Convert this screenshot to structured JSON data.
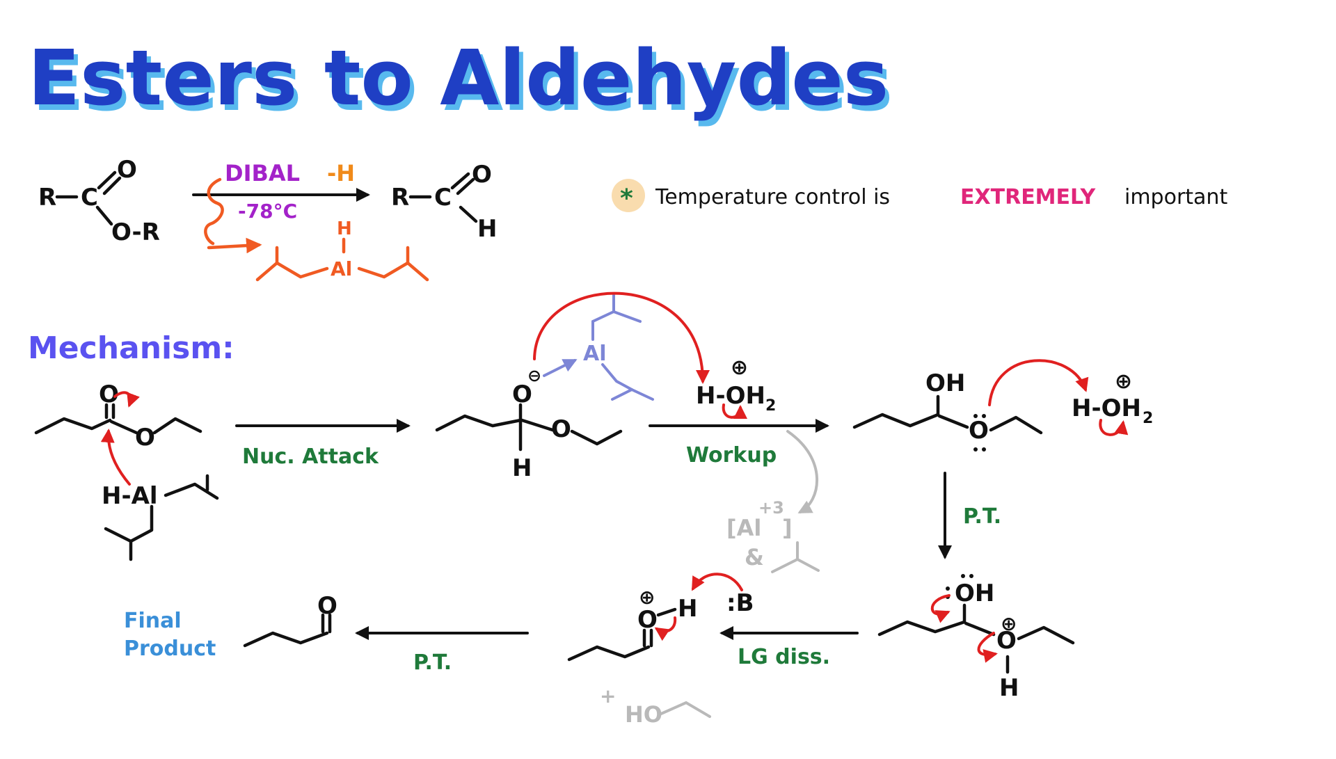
{
  "title": "Esters to Aldehydes",
  "overview": {
    "reactant_r1": "R",
    "reactant_c": "C",
    "reactant_o": "O",
    "reactant_or": "O-R",
    "reagent_name": "DIBAL",
    "reagent_h": "-H",
    "temperature": "-78°C",
    "reagent_struct_h": "H",
    "reagent_struct_al": "Al",
    "product_r": "R",
    "product_c": "C",
    "product_o": "O",
    "product_h": "H"
  },
  "note": {
    "star": "*",
    "text_before": "Temperature control is",
    "emphasis": "EXTREMELY",
    "text_after": "important"
  },
  "mechanism": {
    "heading": "Mechanism:",
    "step1_label": "Nuc. Attack",
    "step2_label": "Workup",
    "step3_label": "P.T.",
    "step4_label": "LG diss.",
    "step5_label": "P.T.",
    "final_label_1": "Final",
    "final_label_2": "Product",
    "atoms": {
      "o": "O",
      "h": "H",
      "al": "Al",
      "h_al": "H-Al",
      "oh": "OH",
      "hoh2": "H-OH",
      "sub2": "2",
      "plus": "⊕",
      "minus": "⊖",
      "base": ":B",
      "al3": "[Al",
      "al3_close": "]",
      "al3_charge": "+3",
      "amp": "&",
      "byproduct_plus": "+",
      "byproduct_ho": "HO"
    }
  },
  "colors": {
    "title": "#1f3fc4",
    "title_shadow": "#58b9ee",
    "heading": "#5a52f0",
    "reagent": "#a322c9",
    "reagent_h": "#f08a1a",
    "orange": "#f05a22",
    "green": "#1f7a3a",
    "emphasis": "#e0267a",
    "final": "#3a8fd8",
    "star_bg": "#f9dcae"
  }
}
